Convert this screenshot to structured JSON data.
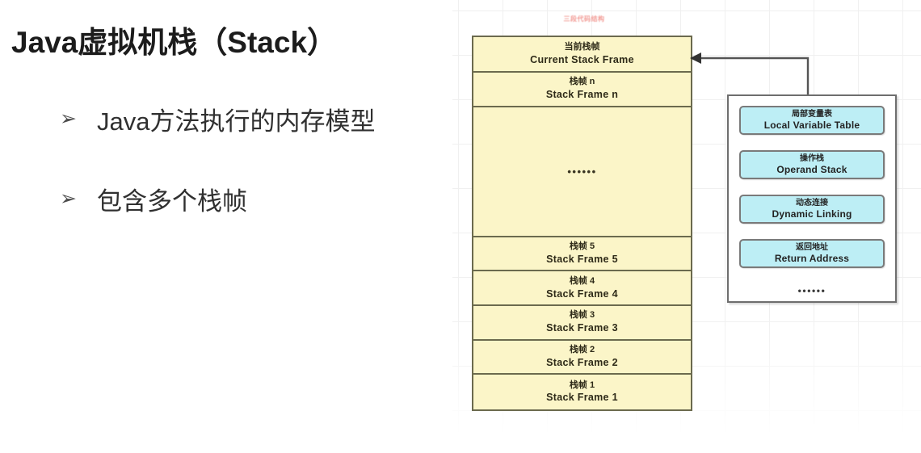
{
  "slide": {
    "title": "Java虚拟机栈（Stack）",
    "bullets": [
      {
        "marker": "➢",
        "text": "Java方法执行的内存模型"
      },
      {
        "marker": "➢",
        "text": "包含多个栈帧"
      }
    ]
  },
  "diagram": {
    "watermark": "三段代码结构",
    "stack": {
      "frames": [
        {
          "cn": "当前栈帧",
          "en": "Current Stack Frame",
          "size": "current"
        },
        {
          "cn": "栈帧 n",
          "en": "Stack Frame n",
          "size": "n"
        },
        {
          "cn": "",
          "en": "",
          "dots": "••••••",
          "size": "gap"
        },
        {
          "cn": "栈帧 5",
          "en": "Stack Frame 5",
          "size": "num"
        },
        {
          "cn": "栈帧 4",
          "en": "Stack Frame 4",
          "size": "num"
        },
        {
          "cn": "栈帧 3",
          "en": "Stack Frame 3",
          "size": "num"
        },
        {
          "cn": "栈帧 2",
          "en": "Stack Frame 2",
          "size": "num"
        },
        {
          "cn": "栈帧 1",
          "en": "Stack Frame 1",
          "size": "num"
        }
      ]
    },
    "frame_detail": {
      "boxes": [
        {
          "cn": "局部变量表",
          "en": "Local Variable Table"
        },
        {
          "cn": "操作栈",
          "en": "Operand Stack"
        },
        {
          "cn": "动态连接",
          "en": "Dynamic Linking"
        },
        {
          "cn": "返回地址",
          "en": "Return Address"
        }
      ],
      "dots": "••••••"
    },
    "colors": {
      "stack_fill": "#fbf5c8",
      "stack_border": "#6b6a4e",
      "detail_fill": "#bdeef5",
      "detail_border": "#7a7a7a",
      "watermark": "#f08b84",
      "connector": "#555555"
    }
  }
}
